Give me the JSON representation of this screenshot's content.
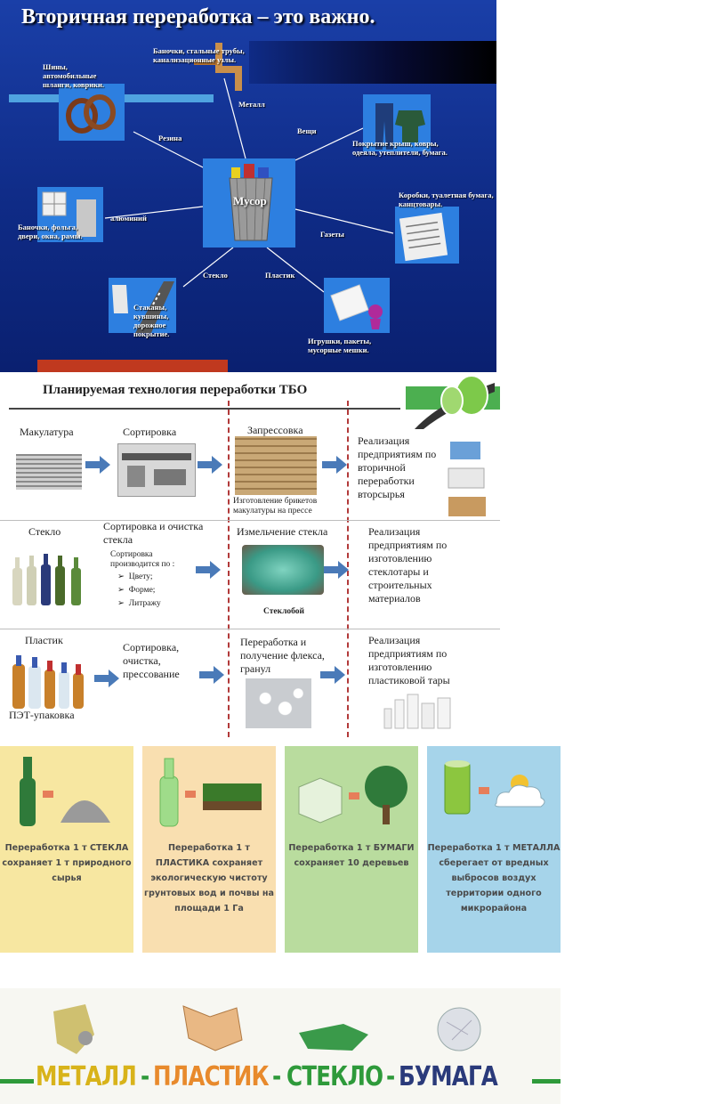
{
  "slide1": {
    "title": "Вторичная переработка – это важно.",
    "center": "Мусор",
    "edges": {
      "metal": "Металл",
      "rubber": "Резина",
      "things": "Вещи",
      "aluminum": "алюминий",
      "newspapers": "Газеты",
      "glass": "Стекло",
      "plastic": "Пластик"
    },
    "items": {
      "metal": "Баночки, стальные трубы, канализационные узлы.",
      "rubber": "Шины, автомобильные шланги, коврики.",
      "things": "Покрытие крыш, ковры, одеяла, утеплители, бумага.",
      "paper": "Коробки, туалетная бумага, канцтовары.",
      "aluminum": "Баночки, фольга, двери, окна, рамы.",
      "glass": "Стаканы, кувшины, дорожное покрытие.",
      "plastic": "Игрушки, пакеты, мусорные мешки."
    }
  },
  "slide2": {
    "title": "Планируемая технология переработки ТБО",
    "row1": {
      "c1": "Макулатура",
      "c2": "Сортировка",
      "c3": "Запрессовка",
      "c3_caption": "Изготовление брикетов макулатуры на прессе",
      "c4": "Реализация предприятиям по вторичной переработки вторсырья"
    },
    "row2": {
      "c1": "Стекло",
      "c2": "Сортировка и очистка стекла",
      "c2_sub": "Сортировка производится по :",
      "c2_list": [
        "Цвету;",
        "Форме;",
        "Литражу"
      ],
      "c3": "Измельчение стекла",
      "c3_caption": "Стеклобой",
      "c4": "Реализация предприятиям по изготовлению стеклотары и строительных материалов"
    },
    "row3": {
      "c1": "Пластик",
      "c1_caption": "ПЭТ-упаковка",
      "c2": "Сортировка, очистка, прессование",
      "c3": "Переработка и получение флекса, гранул",
      "c4": "Реализация предприятиям по изготовлению пластиковой тары"
    }
  },
  "slide3": {
    "panels": [
      {
        "text": "Переработка 1 т СТЕКЛА сохраняет 1 т природного сырья",
        "color": "#f7e7a1"
      },
      {
        "text": "Переработка 1 т ПЛАСТИКА сохраняет экологическую чистоту грунтовых вод и почвы на площади 1 Га",
        "color": "#f9dfb0"
      },
      {
        "text": "Переработка 1 т БУМАГИ сохраняет 10 деревьев",
        "color": "#b9dc9e"
      },
      {
        "text": "Переработка 1 т МЕТАЛЛА сберегает от вредных выбросов воздух территории одного микрорайона",
        "color": "#a6d4ea"
      }
    ]
  },
  "slide4": {
    "w1": "МЕТАЛЛ",
    "d1": "-",
    "w2": "ПЛАСТИК",
    "d2": "-",
    "w3": "СТЕКЛО",
    "d3": "-",
    "w4": "БУМАГА",
    "colors": {
      "metal": "#d8b31a",
      "plastic": "#e88a2c",
      "glass": "#2e9a3a",
      "paper": "#2a3a7a",
      "line": "#2e9a3a"
    }
  }
}
